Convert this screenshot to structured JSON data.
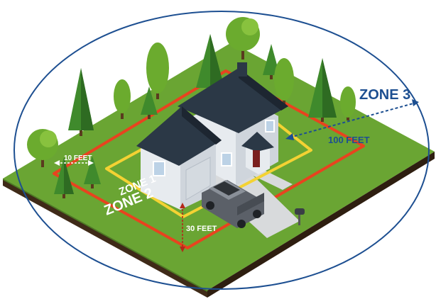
{
  "labels": {
    "zone1": "ZONE 1",
    "zone2": "ZONE 2",
    "zone3": "ZONE 3",
    "dist_10": "10 FEET",
    "dist_30": "30 FEET",
    "dist_100": "100 FEET"
  },
  "colors": {
    "zone1": "#f4d233",
    "zone2": "#e8431f",
    "zone3": "#1d4f91",
    "grass": "#6aa533",
    "grass_dark": "#4c7d22",
    "soil": "#3f2a18",
    "roof": "#2b3846",
    "wall": "#e7ebef",
    "tree": "#3f8a2c",
    "tree_dark": "#2e6b22",
    "truck": "#5b6068"
  },
  "icons": {
    "house": "house-icon",
    "truck": "pickup-truck-icon",
    "mailbox": "mailbox-icon"
  }
}
